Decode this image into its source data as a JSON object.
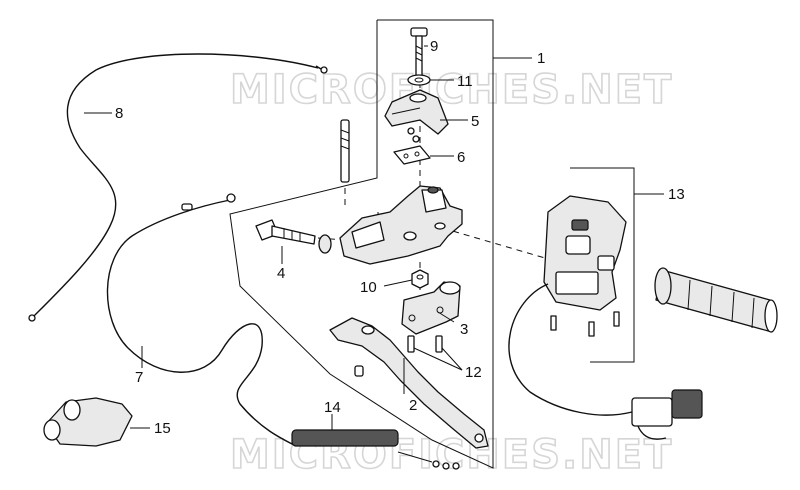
{
  "watermark": {
    "top_text": "MICROFICHES.NET",
    "bottom_text": "MICROFICHES.NET"
  },
  "callouts": {
    "p1": "1",
    "p2": "2",
    "p3": "3",
    "p4": "4",
    "p5": "5",
    "p6": "6",
    "p7": "7",
    "p8": "8",
    "p9": "9",
    "p10": "10",
    "p11": "11",
    "p12": "12",
    "p13": "13",
    "p14": "14",
    "p15": "15"
  }
}
